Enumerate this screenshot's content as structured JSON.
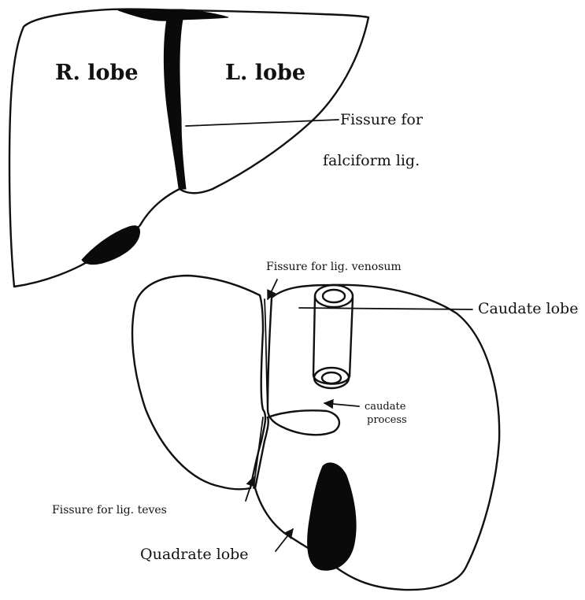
{
  "upper_view": {
    "right_lobe_label": "R. lobe",
    "left_lobe_label": "L. lobe",
    "falciform_label_line1": "Fissure for",
    "falciform_label_line2": "falciform lig."
  },
  "lower_view": {
    "venosum_label": "Fissure for lig. venosum",
    "caudate_lobe_label": "Caudate lobe",
    "caudate_process_line1": "caudate",
    "caudate_process_line2": "process",
    "teres_label": "Fissure for lig. teves",
    "quadrate_lobe_label": "Quadrate lobe"
  },
  "colors": {
    "ink": "#111111",
    "background": "#ffffff"
  }
}
